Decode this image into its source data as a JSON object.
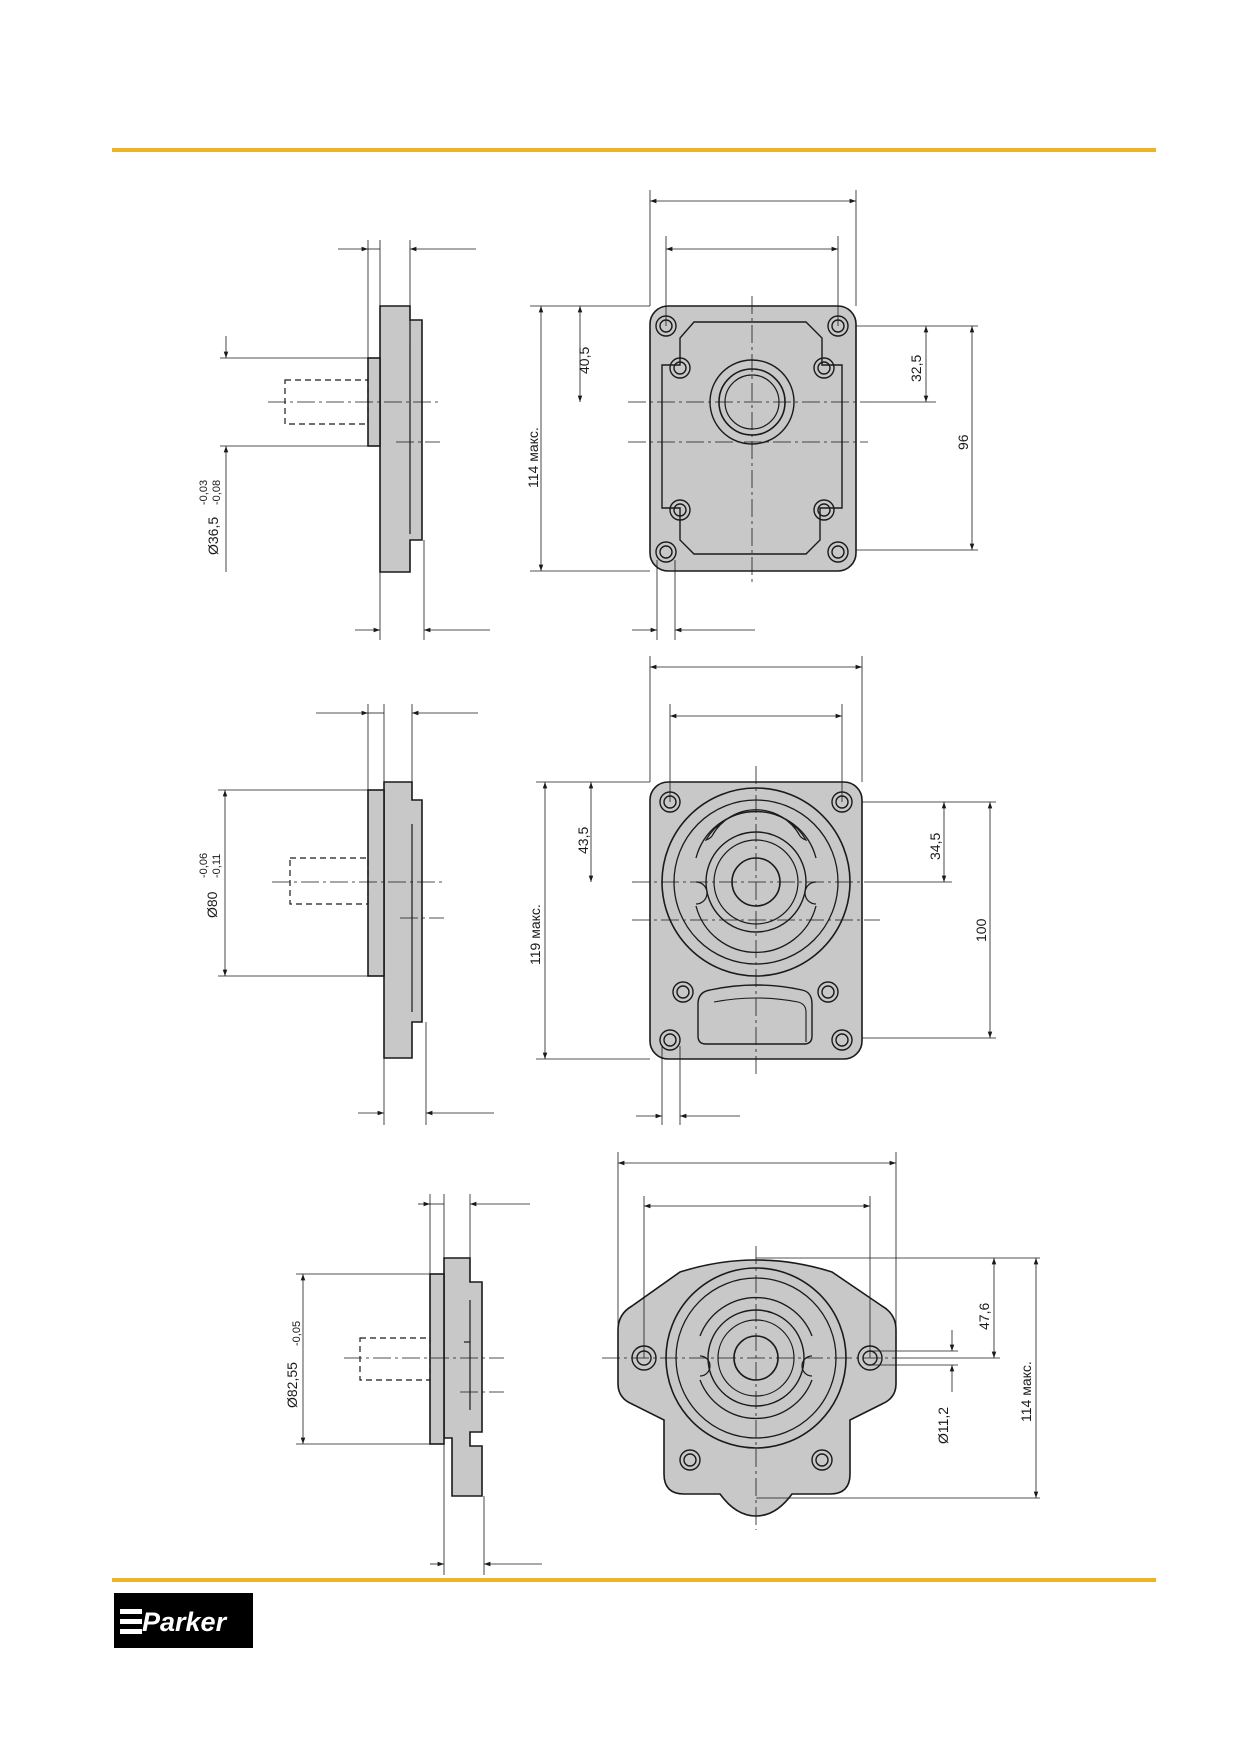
{
  "colors": {
    "accent_rule": "#f0b323",
    "part_fill": "#c8c8c8",
    "line": "#1a1a1a"
  },
  "brand": {
    "logo_text": "Parker"
  },
  "view1": {
    "shaft_diameter": "Ø36,5",
    "shaft_tol_upper": "-0,03",
    "shaft_tol_lower": "-0,08",
    "height_label": "114 макс.",
    "dim_upper": "40,5",
    "dim_right_small": "32,5",
    "dim_right_large": "96"
  },
  "view2": {
    "pilot_diameter": "Ø80",
    "pilot_tol_upper": "-0,06",
    "pilot_tol_lower": "-0,11",
    "height_label": "119 макс.",
    "dim_upper": "43,5",
    "dim_right_small": "34,5",
    "dim_right_large": "100"
  },
  "view3": {
    "pilot_diameter": "Ø82,55",
    "pilot_tol": "-0,05",
    "dim_right_small": "47,6",
    "hole_diameter": "Ø11,2",
    "height_label": "114 макс."
  }
}
